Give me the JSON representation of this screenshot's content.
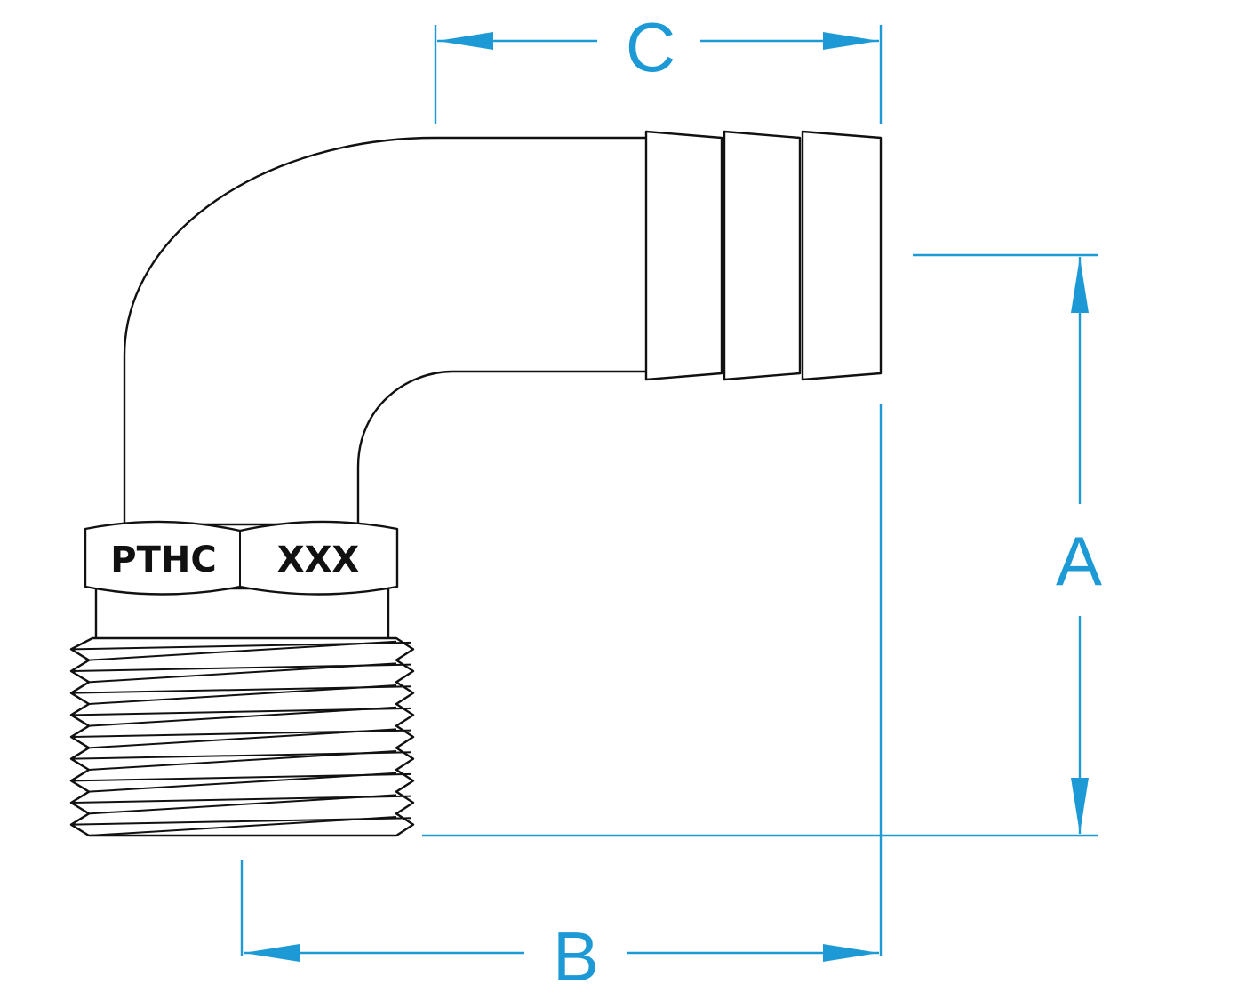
{
  "diagram": {
    "part_marking": {
      "left": "PTHC",
      "right": "XXX"
    },
    "dimensions": {
      "a": "A",
      "b": "B",
      "c": "C"
    },
    "colors": {
      "dimension": "#1d9ad6",
      "outline": "#111111"
    }
  }
}
